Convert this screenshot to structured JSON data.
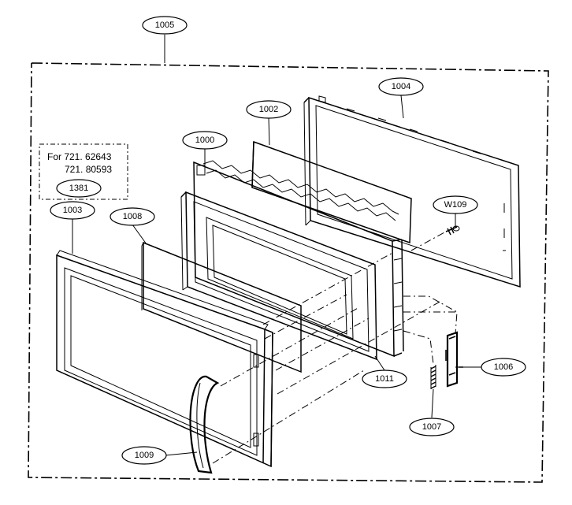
{
  "callouts": {
    "c1005": "1005",
    "c1004": "1004",
    "c1002": "1002",
    "c1000": "1000",
    "c1381": "1381",
    "c1003": "1003",
    "c1008": "1008",
    "cW109": "W109",
    "c1011": "1011",
    "c1006": "1006",
    "c1007": "1007",
    "c1009": "1009"
  },
  "note": {
    "line1": "For 721. 62643",
    "line2": "721. 80593"
  }
}
